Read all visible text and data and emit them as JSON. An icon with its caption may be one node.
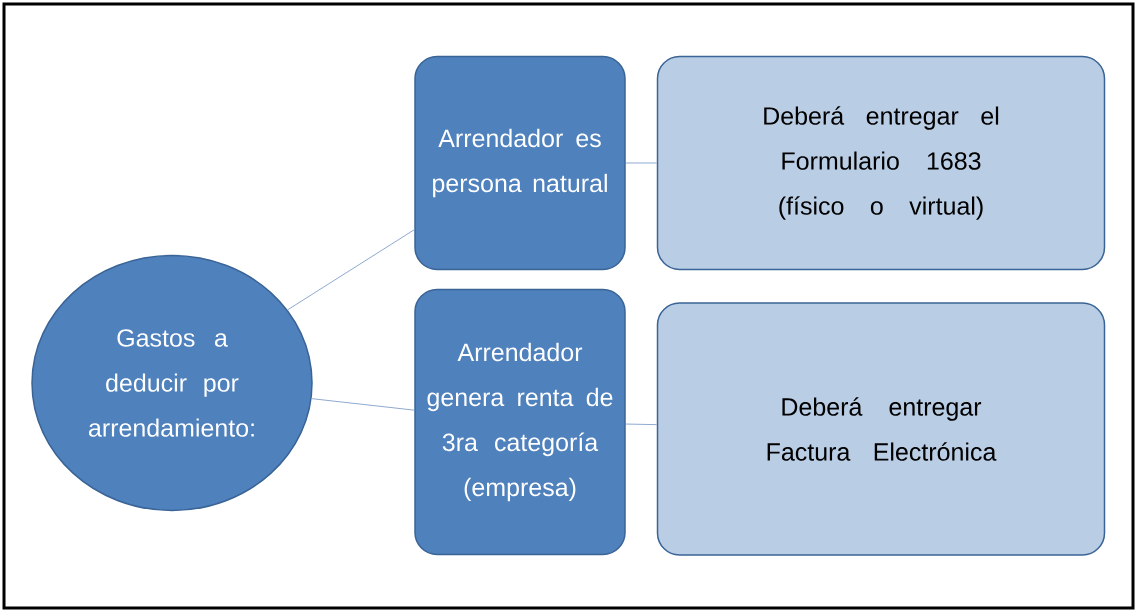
{
  "diagram": {
    "nodes": [
      {
        "text": [
          "Gastos a deducir por arrendamiento:"
        ]
      },
      {
        "text": [
          "Arrendador es persona natural"
        ]
      },
      {
        "text": [
          "Arrendador genera renta de 3ra categoría (empresa)"
        ]
      },
      {
        "text": [
          "Deberá entregar el Formulario 1683 (físico o virtual)"
        ]
      },
      {
        "text": [
          "Deberá entregar Factura Electrónica"
        ]
      }
    ],
    "edges": [
      {
        "from": 0,
        "to": 1,
        "arrow": "none"
      },
      {
        "from": 0,
        "to": 2,
        "arrow": "none"
      },
      {
        "from": 1,
        "to": 3,
        "arrow": "none"
      },
      {
        "from": 2,
        "to": 4,
        "arrow": "none"
      }
    ]
  }
}
